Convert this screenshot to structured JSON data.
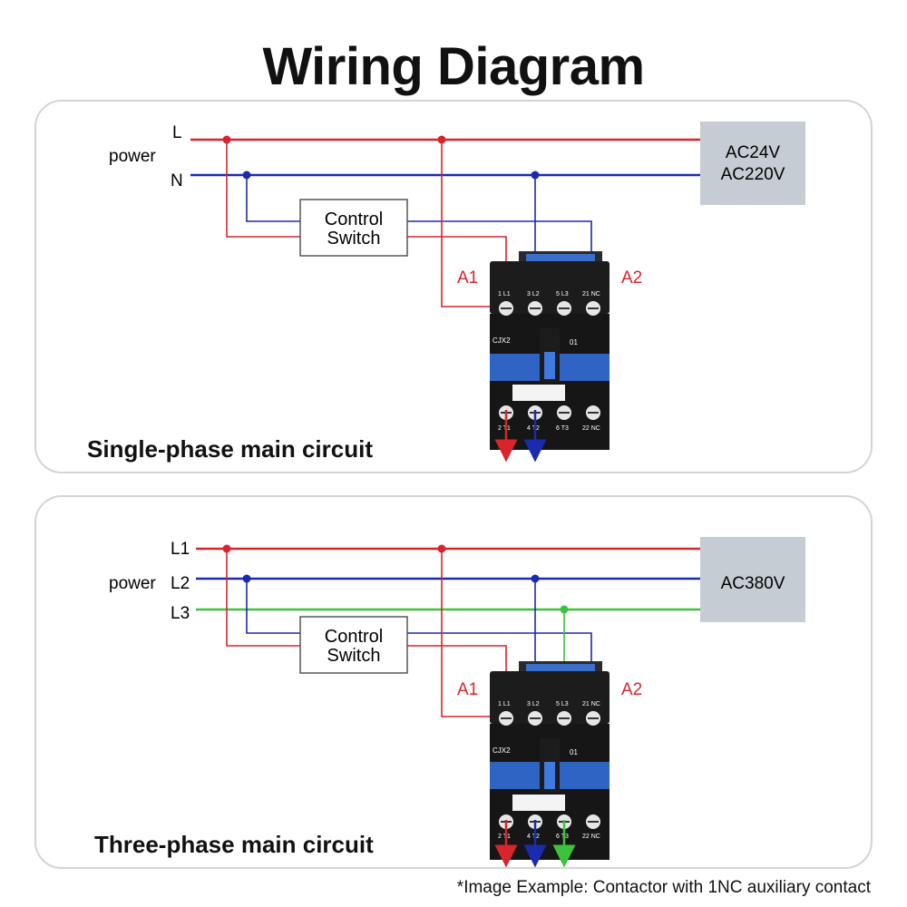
{
  "title": "Wiring Diagram",
  "colors": {
    "red": "#d8242a",
    "blue": "#1a2bb0",
    "green": "#3cc23c",
    "source_box": "#c5ccd4"
  },
  "panel1": {
    "power_label": "power",
    "lines": [
      "L",
      "N"
    ],
    "source_lines": [
      "AC24V",
      "AC220V"
    ],
    "control_switch": [
      "Control",
      "Switch"
    ],
    "coil_a1": "A1",
    "coil_a2": "A2",
    "contactor_model": "CJX2",
    "contactor_code": "01",
    "top_terminals": [
      "1 L1",
      "3 L2",
      "5 L3",
      "21 NC"
    ],
    "bottom_terminals": [
      "2 T1",
      "4 T2",
      "6 T3",
      "22 NC"
    ],
    "caption": "Single-phase main circuit"
  },
  "panel2": {
    "power_label": "power",
    "lines": [
      "L1",
      "L2",
      "L3"
    ],
    "source_lines": [
      "AC380V"
    ],
    "control_switch": [
      "Control",
      "Switch"
    ],
    "coil_a1": "A1",
    "coil_a2": "A2",
    "contactor_model": "CJX2",
    "contactor_code": "01",
    "top_terminals": [
      "1 L1",
      "3 L2",
      "5 L3",
      "21 NC"
    ],
    "bottom_terminals": [
      "2 T1",
      "4 T2",
      "6 T3",
      "22 NC"
    ],
    "caption": "Three-phase main circuit"
  },
  "footnote": "*Image Example: Contactor with 1NC auxiliary contact"
}
